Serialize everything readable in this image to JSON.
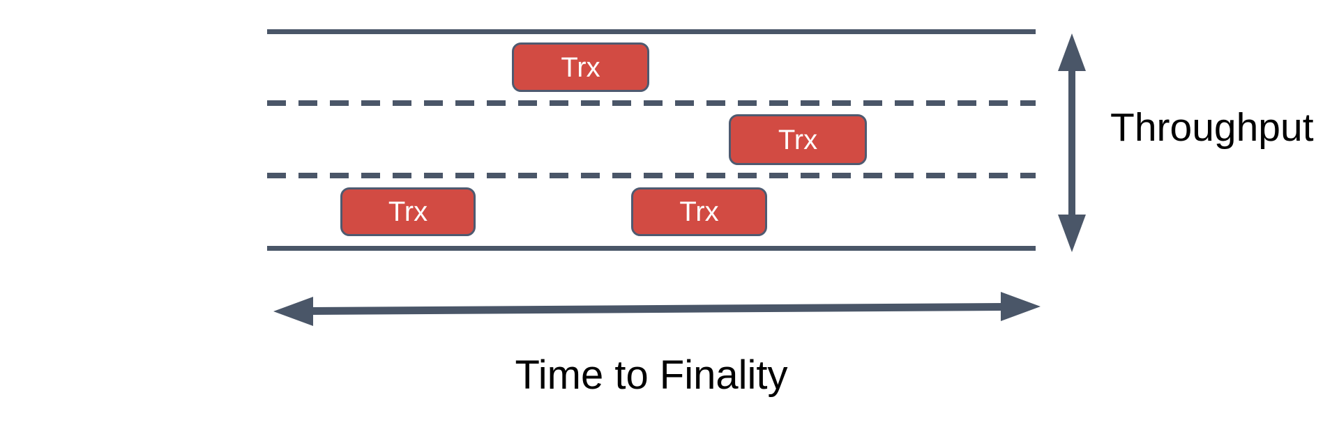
{
  "labels": {
    "throughput": "Throughput",
    "time_to_finality": "Time to Finality"
  },
  "road": {
    "lanes": 3,
    "boundary_line_style": "solid",
    "divider_line_style": "dashed"
  },
  "transactions": [
    {
      "label": "Trx",
      "lane": "top"
    },
    {
      "label": "Trx",
      "lane": "middle"
    },
    {
      "label": "Trx",
      "lane": "bottom-left"
    },
    {
      "label": "Trx",
      "lane": "bottom-right"
    }
  ],
  "colors": {
    "slate": "#4A5668",
    "red": "#D24B43",
    "box-border": "#4E5A70",
    "text": "#000000",
    "box-text": "#FFFFFF",
    "background": "#FFFFFF"
  }
}
